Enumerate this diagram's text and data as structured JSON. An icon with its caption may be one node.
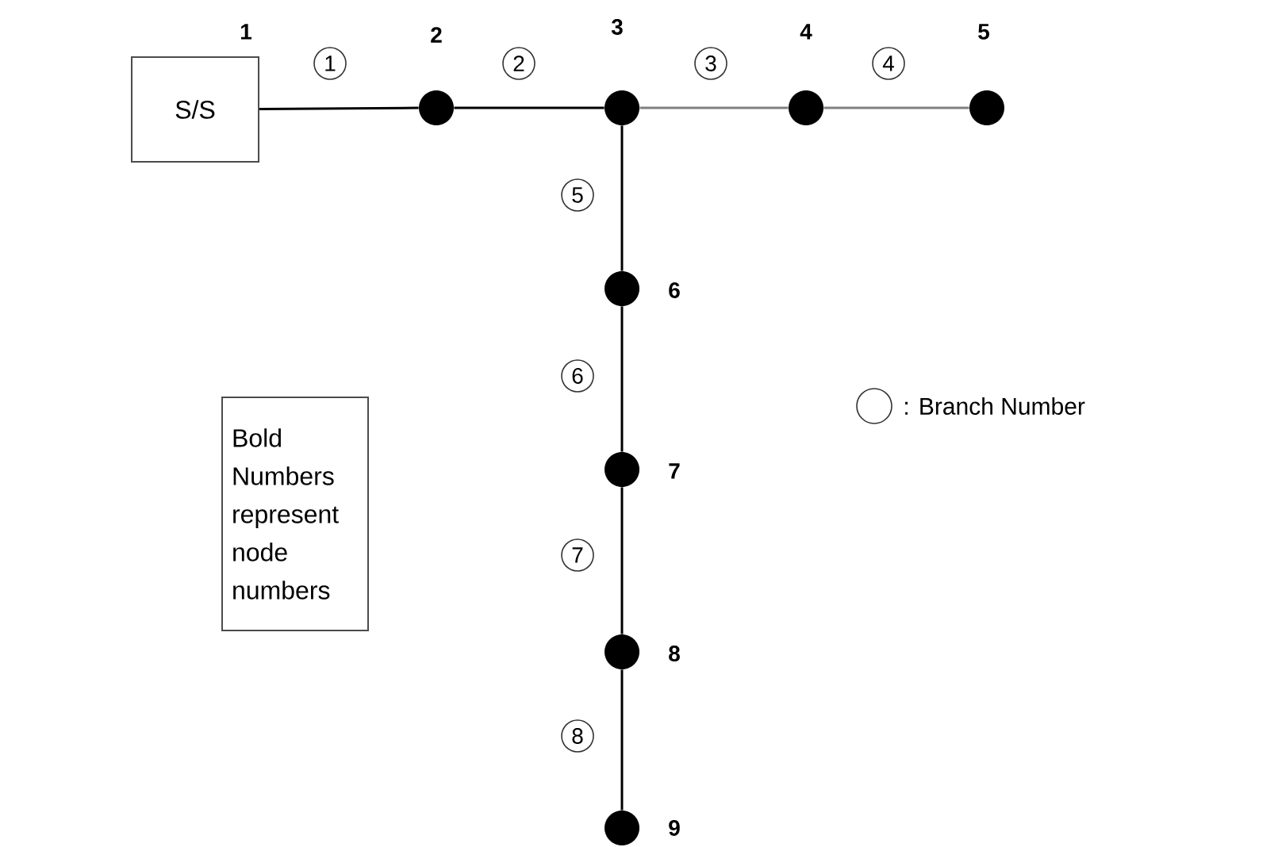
{
  "diagram": {
    "nodes": [
      {
        "text": [
          "S/S"
        ],
        "beside": [
          "1"
        ]
      },
      {
        "text": [],
        "shape": "circle",
        "beside": [
          "2"
        ]
      },
      {
        "text": [],
        "shape": "circle",
        "beside": [
          "3"
        ]
      },
      {
        "text": [],
        "shape": "circle",
        "beside": [
          "4"
        ]
      },
      {
        "text": [],
        "shape": "circle",
        "beside": [
          "5"
        ]
      },
      {
        "text": [],
        "shape": "circle",
        "beside": [
          "6"
        ]
      },
      {
        "text": [],
        "shape": "circle",
        "beside": [
          "7"
        ]
      },
      {
        "text": [],
        "shape": "circle",
        "beside": [
          "8"
        ]
      },
      {
        "text": [],
        "shape": "circle",
        "beside": [
          "9"
        ]
      },
      {
        "text": [
          "Bold Numbers represent node numbers"
        ]
      }
    ],
    "edges": [
      {
        "from": 0,
        "to": 1,
        "arrow": "none",
        "label": "1"
      },
      {
        "from": 1,
        "to": 2,
        "arrow": "none",
        "label": "2"
      },
      {
        "from": 2,
        "to": 3,
        "arrow": "none",
        "label": "3",
        "color": "#808080"
      },
      {
        "from": 3,
        "to": 4,
        "arrow": "none",
        "label": "4",
        "color": "#808080"
      },
      {
        "from": 2,
        "to": 5,
        "arrow": "none",
        "label": "5"
      },
      {
        "from": 5,
        "to": 6,
        "arrow": "none",
        "label": "6"
      },
      {
        "from": 6,
        "to": 7,
        "arrow": "none",
        "label": "7"
      },
      {
        "from": 7,
        "to": 8,
        "arrow": "none",
        "label": "8"
      }
    ],
    "legend": [
      {
        "text": ": Branch Number"
      }
    ]
  }
}
